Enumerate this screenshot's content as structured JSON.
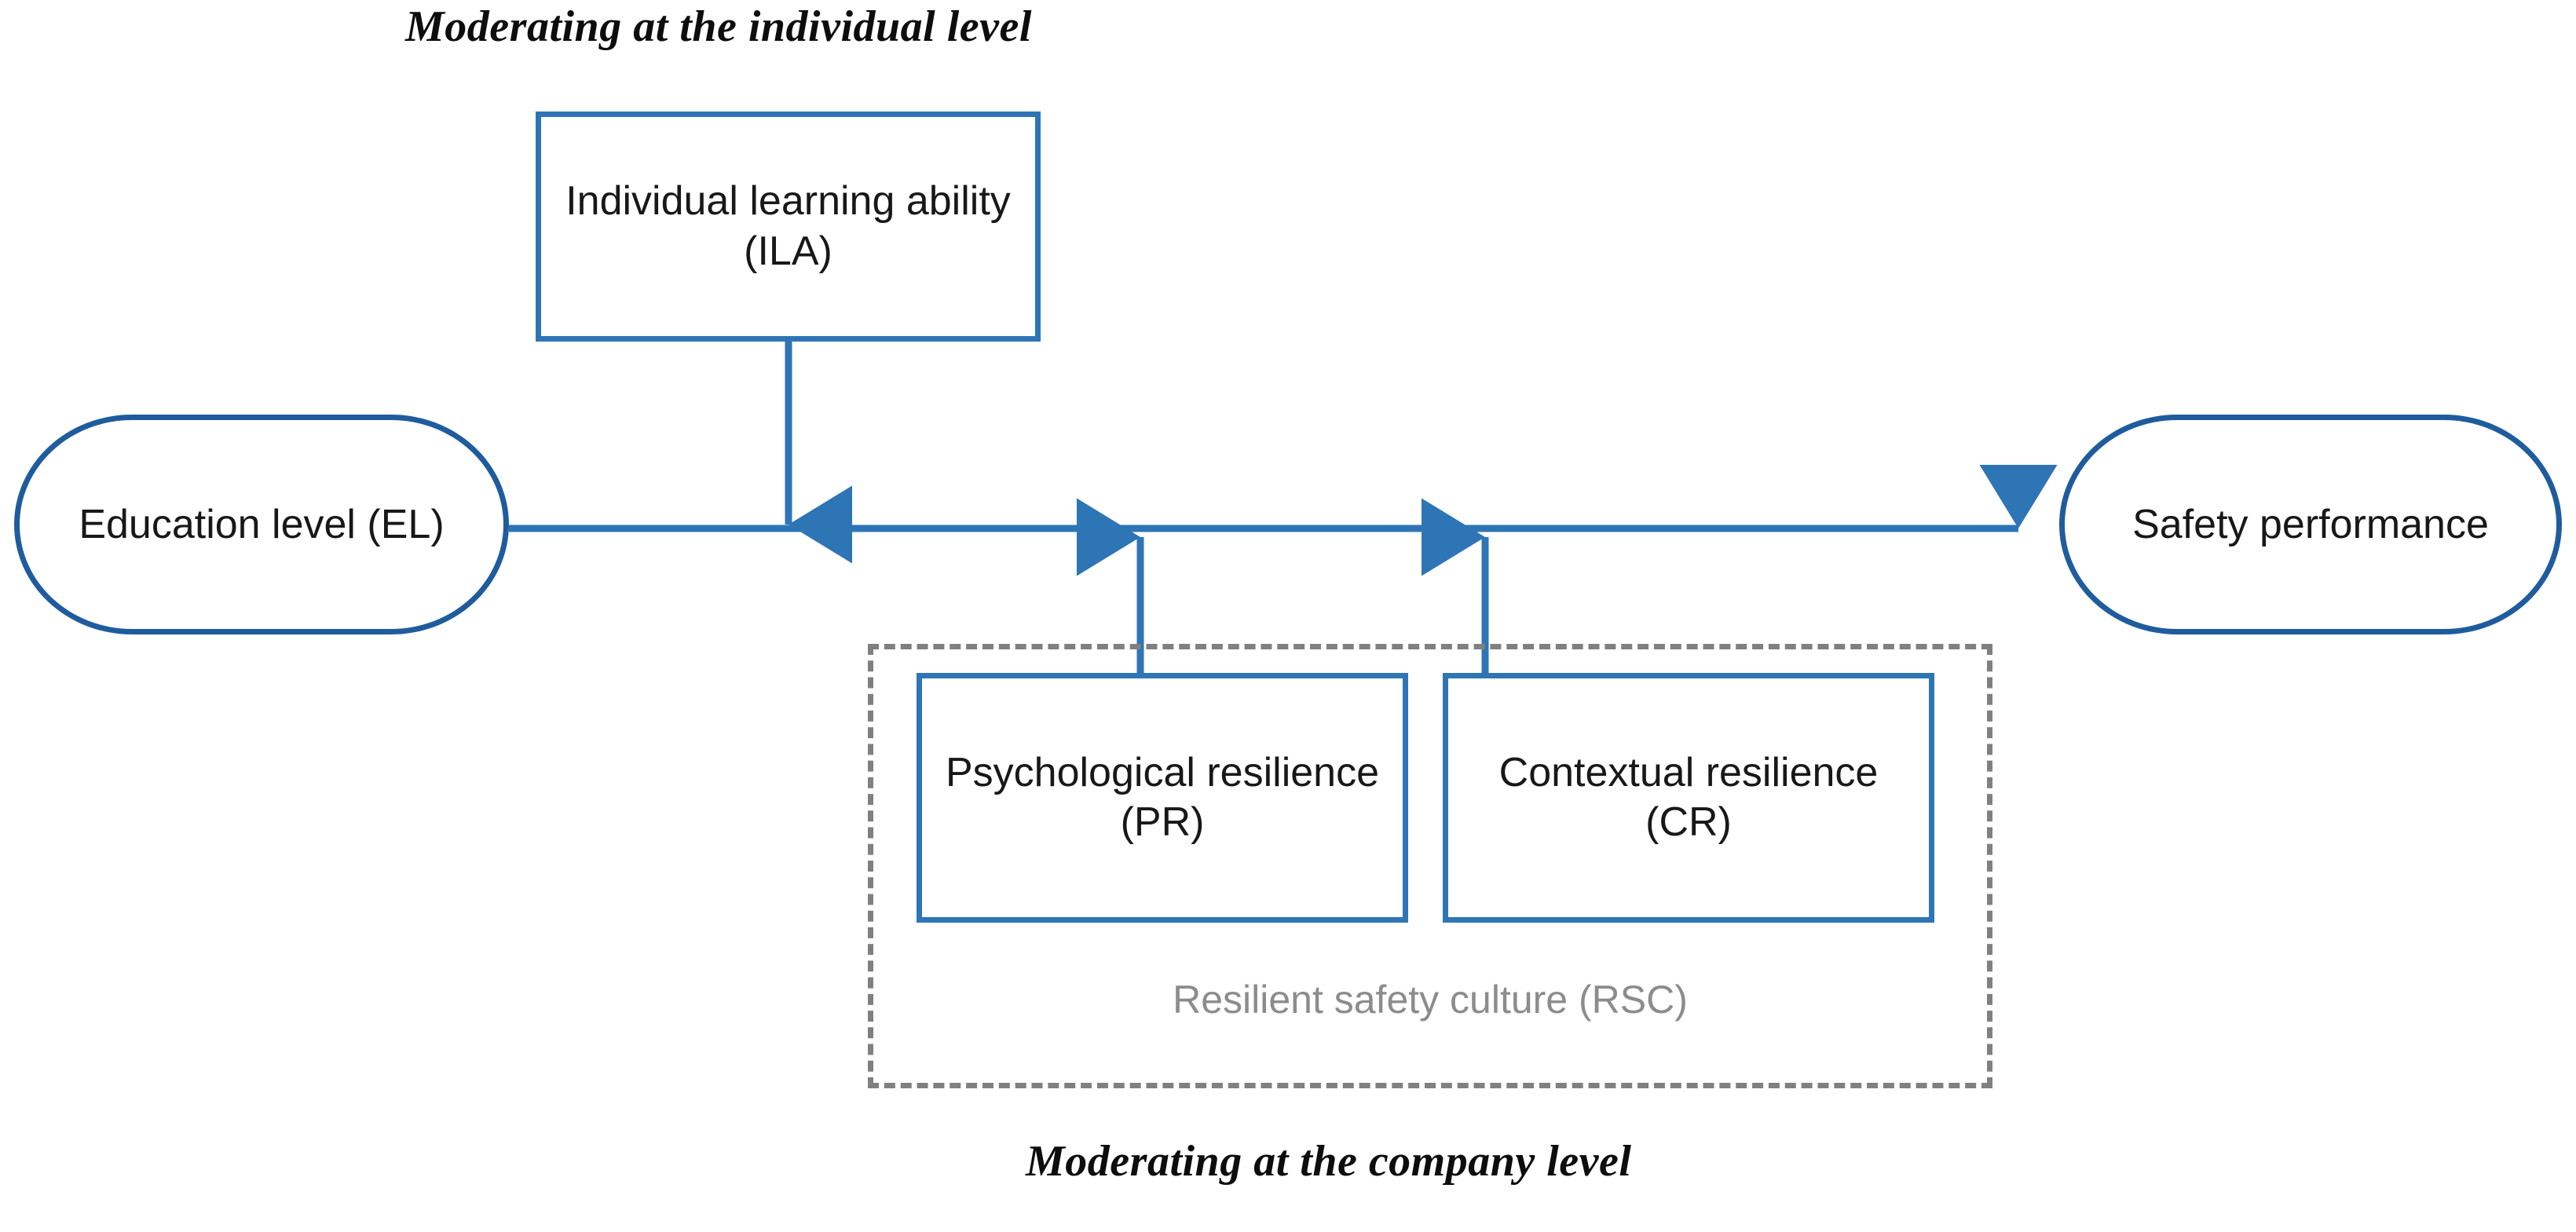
{
  "diagram": {
    "title_top": "Moderating at the individual level",
    "title_bottom": "Moderating at the company level",
    "nodes": {
      "education_level": "Education level (EL)",
      "safety_performance": "Safety performance",
      "individual_learning_ability": "Individual learning ability (ILA)",
      "psychological_resilience": "Psychological resilience (PR)",
      "contextual_resilience": "Contextual resilience (CR)"
    },
    "group_label": "Resilient safety culture (RSC)",
    "colors": {
      "box_border_blue": "#2E75B6",
      "stadium_border_blue": "#1F5C9E",
      "arrow_blue": "#2E75B6",
      "group_dashed_gray": "#808080",
      "group_label_gray": "#8C8C8C",
      "text_black": "#181818",
      "background": "#FFFFFF"
    }
  }
}
